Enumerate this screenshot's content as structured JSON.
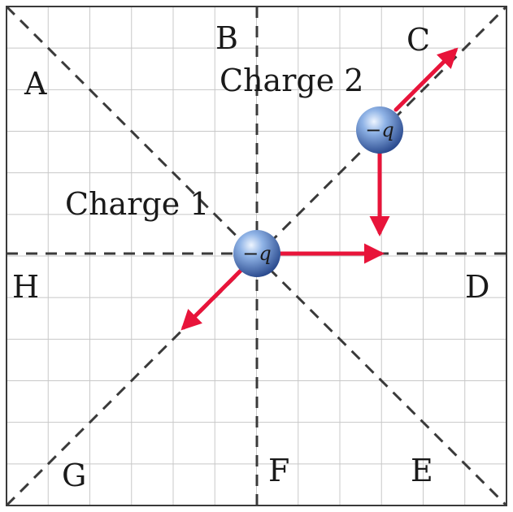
{
  "colors": {
    "grid": "#c8c8c8",
    "frame": "#3a3a3a",
    "dashed_line": "#3a3a3a",
    "arrow": "#e8143a",
    "sphere_light": "#d6e6fb",
    "sphere_mid": "#7ea6dc",
    "sphere_dark": "#2c4f96",
    "text": "#1a1a1a"
  },
  "direction_labels": {
    "A": "A",
    "B": "B",
    "C": "C",
    "D": "D",
    "E": "E",
    "F": "F",
    "G": "G",
    "H": "H"
  },
  "charges": {
    "charge1": {
      "label": "Charge 1",
      "symbol": "−q"
    },
    "charge2": {
      "label": "Charge 2",
      "symbol": "−q"
    }
  }
}
